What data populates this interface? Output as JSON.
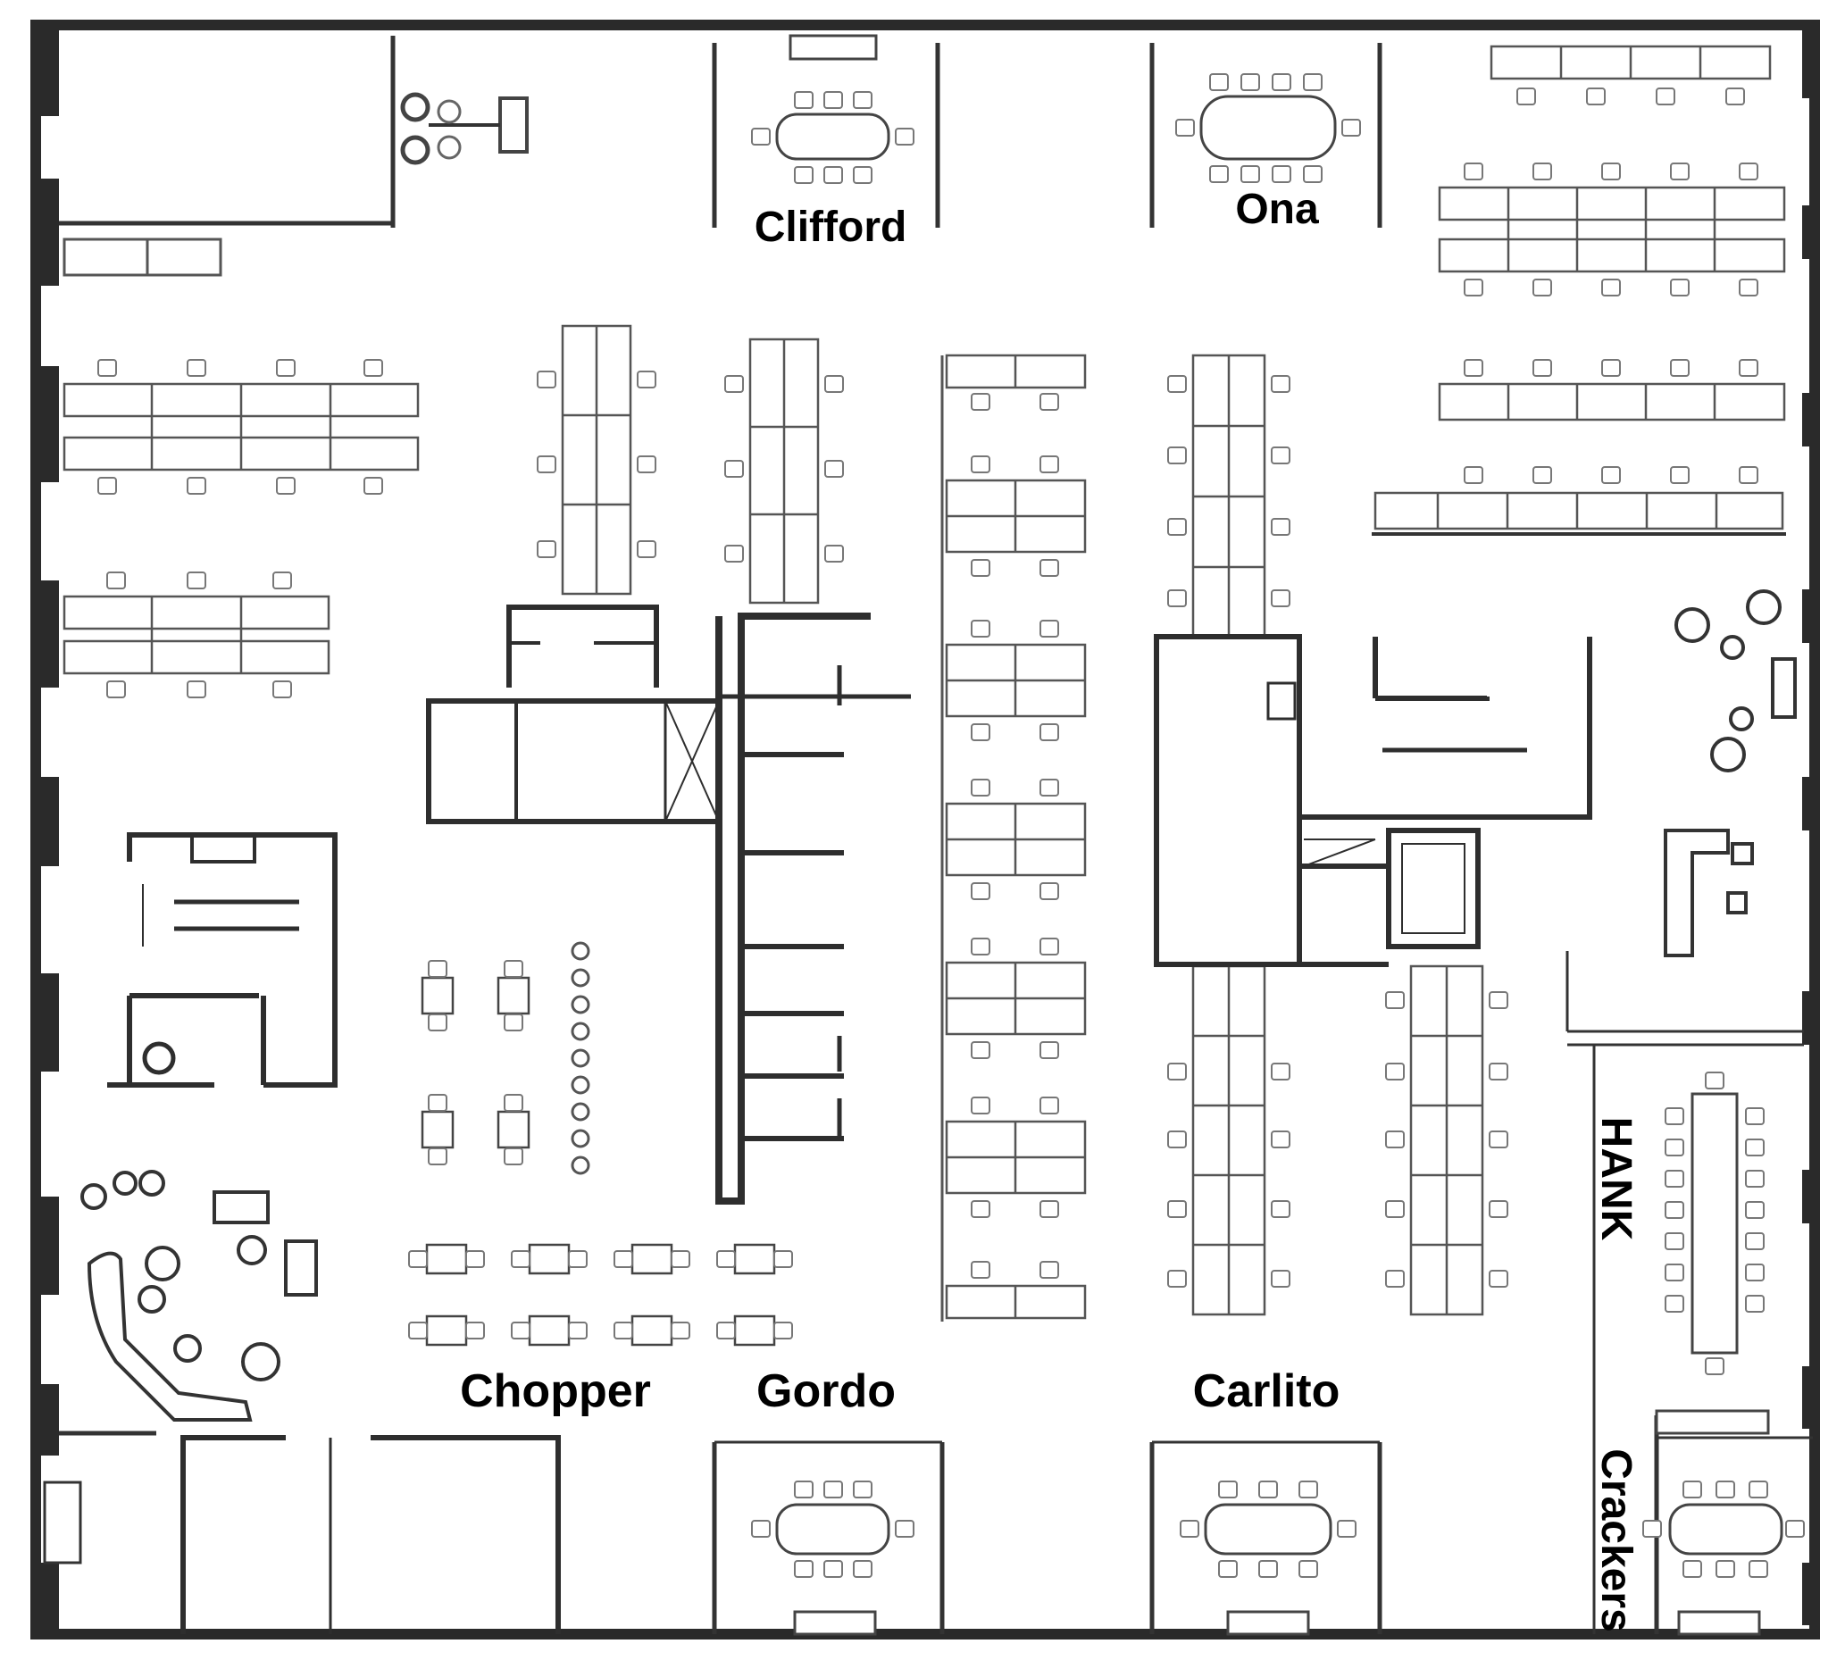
{
  "rooms": {
    "clifford": "Clifford",
    "ona": "Ona",
    "chopper": "Chopper",
    "gordo": "Gordo",
    "carlito": "Carlito",
    "hank": "HANK",
    "crackers": "Crackers"
  },
  "colors": {
    "wall": "#2a2a2a",
    "furniture": "#6a6a6a",
    "label": "#000000",
    "background": "#ffffff"
  }
}
